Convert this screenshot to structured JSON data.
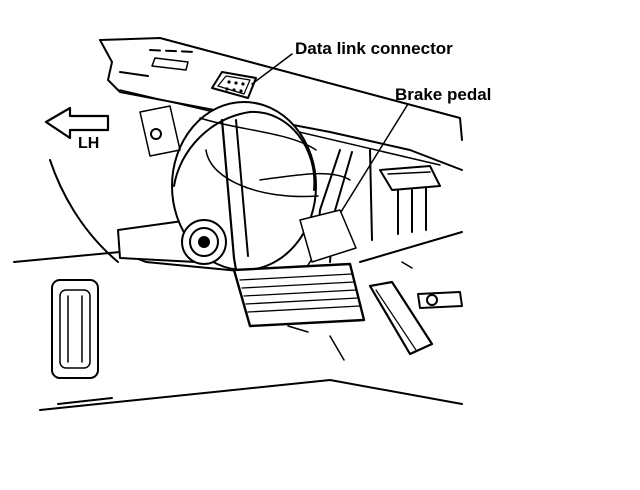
{
  "labels": {
    "data_link_connector": "Data link connector",
    "brake_pedal": "Brake pedal",
    "direction": "LH"
  },
  "colors": {
    "ink": "#000000",
    "background": "#ffffff"
  },
  "icons": {
    "direction_arrow": "left-arrow-icon"
  }
}
